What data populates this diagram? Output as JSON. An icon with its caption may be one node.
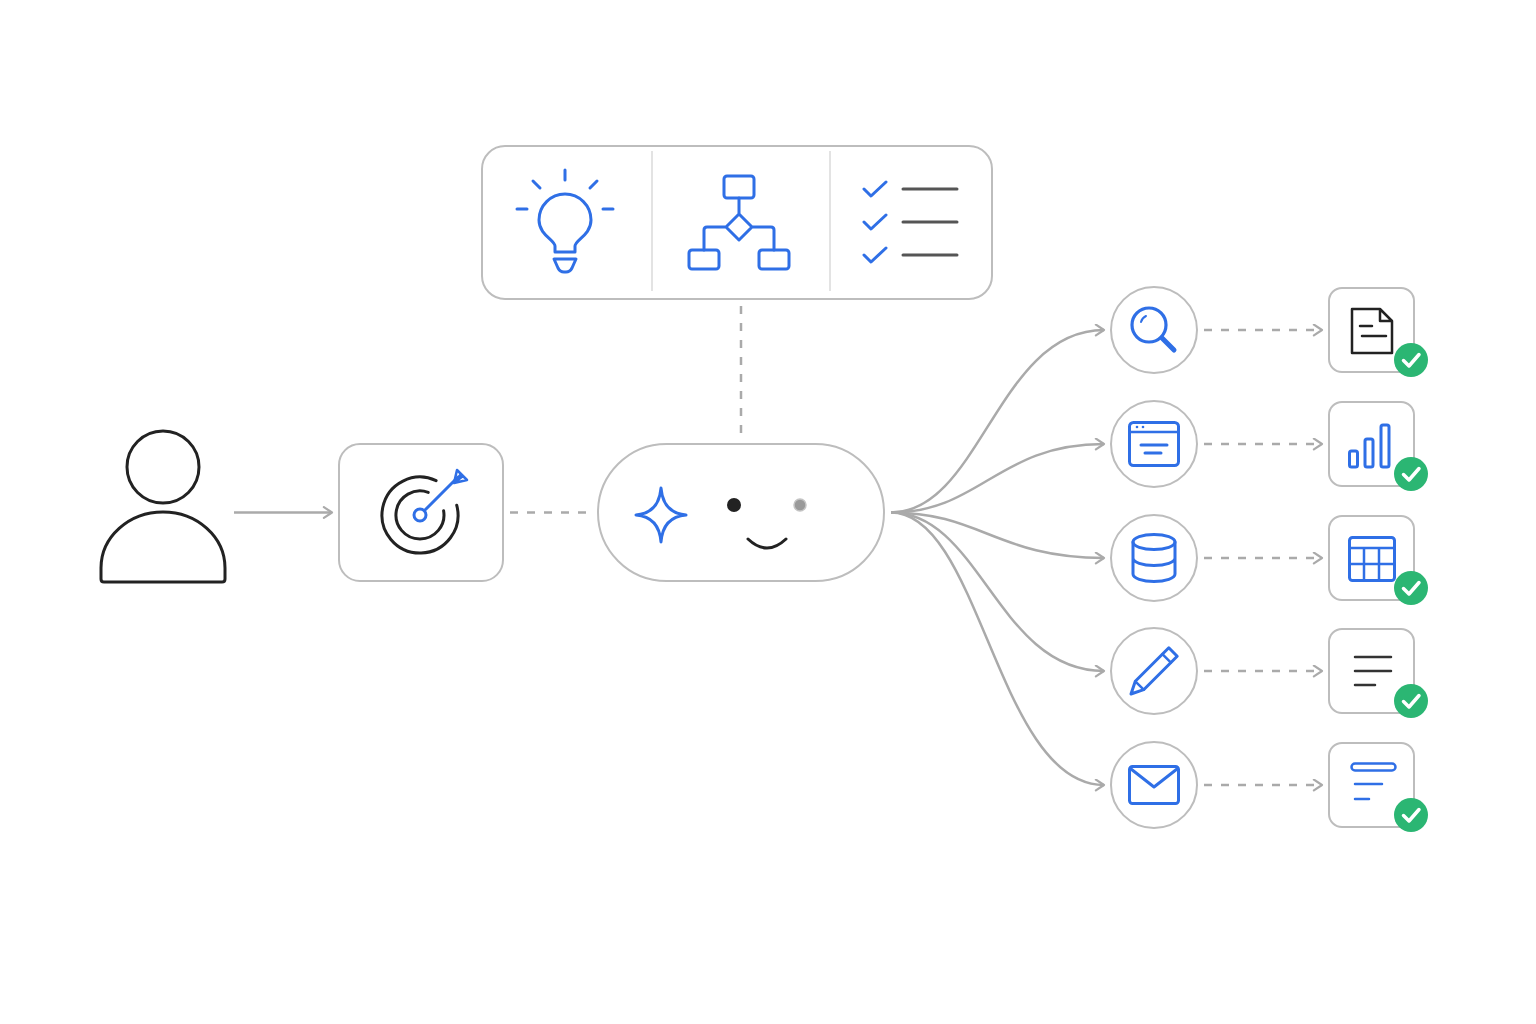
{
  "diagram": {
    "nodes": [
      {
        "text": [],
        "shape": "person"
      },
      {
        "text": [],
        "shape": "box"
      },
      {
        "text": [],
        "shape": "box"
      },
      {
        "text": [],
        "shape": "pill"
      },
      {
        "text": [],
        "shape": "circle"
      },
      {
        "text": [],
        "shape": "circle"
      },
      {
        "text": [],
        "shape": "circle"
      },
      {
        "text": [],
        "shape": "circle"
      },
      {
        "text": [],
        "shape": "circle"
      },
      {
        "text": [],
        "shape": "box"
      },
      {
        "text": [],
        "shape": "box"
      },
      {
        "text": [],
        "shape": "box"
      },
      {
        "text": [],
        "shape": "box"
      },
      {
        "text": [],
        "shape": "box"
      }
    ],
    "edges": [
      {
        "from": 0,
        "to": 1,
        "arrow": "to"
      },
      {
        "from": 1,
        "to": 3,
        "arrow": "none",
        "style": "dashed"
      },
      {
        "from": 2,
        "to": 3,
        "arrow": "none",
        "style": "dashed"
      },
      {
        "from": 3,
        "to": 4,
        "arrow": "to"
      },
      {
        "from": 3,
        "to": 5,
        "arrow": "to"
      },
      {
        "from": 3,
        "to": 6,
        "arrow": "to"
      },
      {
        "from": 3,
        "to": 7,
        "arrow": "to"
      },
      {
        "from": 3,
        "to": 8,
        "arrow": "to"
      },
      {
        "from": 4,
        "to": 9,
        "arrow": "to",
        "style": "dashed"
      },
      {
        "from": 5,
        "to": 10,
        "arrow": "to",
        "style": "dashed"
      },
      {
        "from": 6,
        "to": 11,
        "arrow": "to",
        "style": "dashed"
      },
      {
        "from": 7,
        "to": 12,
        "arrow": "to",
        "style": "dashed"
      },
      {
        "from": 8,
        "to": 13,
        "arrow": "to",
        "style": "dashed"
      }
    ]
  }
}
